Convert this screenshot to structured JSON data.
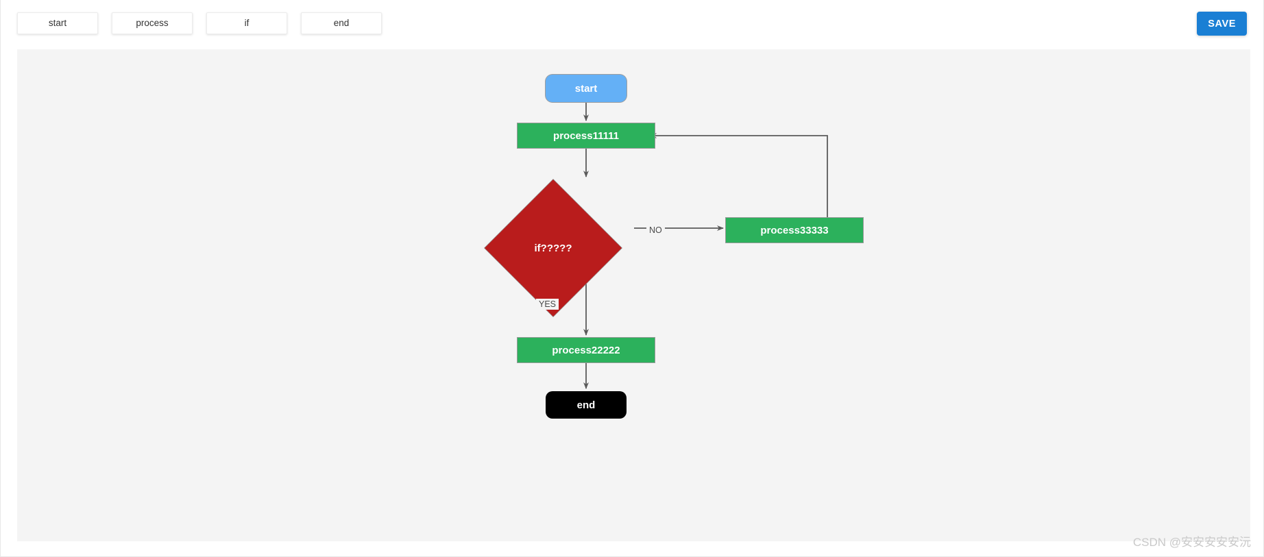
{
  "toolbar": {
    "palette_items": [
      {
        "label": "start",
        "name": "start"
      },
      {
        "label": "process",
        "name": "process"
      },
      {
        "label": "if",
        "name": "if"
      },
      {
        "label": "end",
        "name": "end"
      }
    ],
    "save_label": "SAVE",
    "save_color": "#1a7fd4"
  },
  "canvas": {
    "background": "#f4f4f4",
    "nodes": [
      {
        "id": "start",
        "type": "terminator",
        "label": "start",
        "color": "#64b0f6"
      },
      {
        "id": "process1",
        "type": "process",
        "label": "process11111",
        "color": "#2cb15c"
      },
      {
        "id": "if",
        "type": "decision",
        "label": "if?????",
        "color": "#b91c1c"
      },
      {
        "id": "process3",
        "type": "process",
        "label": "process33333",
        "color": "#2cb15c"
      },
      {
        "id": "process2",
        "type": "process",
        "label": "process22222",
        "color": "#2cb15c"
      },
      {
        "id": "end",
        "type": "terminator",
        "label": "end",
        "color": "#000000"
      }
    ],
    "edges": [
      {
        "from": "start",
        "to": "process1",
        "label": ""
      },
      {
        "from": "process1",
        "to": "if",
        "label": ""
      },
      {
        "from": "if",
        "to": "process3",
        "label": "NO"
      },
      {
        "from": "if",
        "to": "process2",
        "label": "YES"
      },
      {
        "from": "process3",
        "to": "process1",
        "label": ""
      },
      {
        "from": "process2",
        "to": "end",
        "label": ""
      }
    ],
    "edge_color": "#5a5a5a"
  },
  "watermark": {
    "text": "CSDN @安安安安安沅"
  }
}
